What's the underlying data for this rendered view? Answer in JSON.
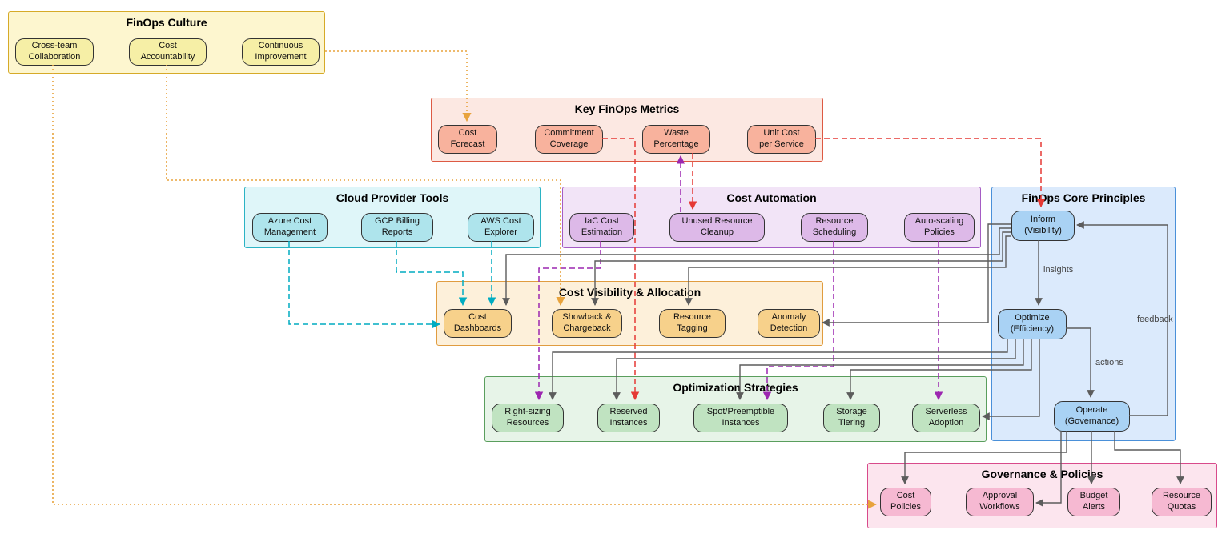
{
  "colors": {
    "canvas_bg": "#ffffff",
    "groups": {
      "culture": {
        "bg": "#fdf6cf",
        "border": "#d6aa28",
        "node": "#f6efa6"
      },
      "metrics": {
        "bg": "#fce8e2",
        "border": "#dd5a43",
        "node": "#f8b29d"
      },
      "cloud": {
        "bg": "#dff6f9",
        "border": "#2bb3c4",
        "node": "#aee4ec"
      },
      "automation": {
        "bg": "#f2e4f7",
        "border": "#a55cc4",
        "node": "#ddb9e8"
      },
      "core": {
        "bg": "#dbeafc",
        "border": "#4a90d9",
        "node": "#a9d2f4"
      },
      "visibility": {
        "bg": "#fdf0da",
        "border": "#e09c3f",
        "node": "#f7d18b"
      },
      "strategies": {
        "bg": "#e7f4e8",
        "border": "#5a9e5d",
        "node": "#c0e3c1"
      },
      "governance": {
        "bg": "#fce5ee",
        "border": "#d84a8b",
        "node": "#f6b9d2"
      }
    },
    "edges": {
      "gray": "#5c5c5c",
      "orange": "#e8a33d",
      "cyan": "#00acc1",
      "red": "#e53935",
      "purple": "#9c27b0"
    }
  },
  "groups": {
    "culture": {
      "title": "FinOps Culture",
      "nodes": [
        {
          "label": "Cross-team\nCollaboration"
        },
        {
          "label": "Cost\nAccountability"
        },
        {
          "label": "Continuous\nImprovement"
        }
      ]
    },
    "metrics": {
      "title": "Key FinOps Metrics",
      "nodes": [
        {
          "label": "Cost\nForecast"
        },
        {
          "label": "Commitment\nCoverage"
        },
        {
          "label": "Waste\nPercentage"
        },
        {
          "label": "Unit Cost\nper Service"
        }
      ]
    },
    "cloud": {
      "title": "Cloud Provider Tools",
      "nodes": [
        {
          "label": "Azure Cost\nManagement"
        },
        {
          "label": "GCP Billing\nReports"
        },
        {
          "label": "AWS Cost\nExplorer"
        }
      ]
    },
    "automation": {
      "title": "Cost Automation",
      "nodes": [
        {
          "label": "IaC Cost\nEstimation"
        },
        {
          "label": "Unused Resource\nCleanup"
        },
        {
          "label": "Resource\nScheduling"
        },
        {
          "label": "Auto-scaling\nPolicies"
        }
      ]
    },
    "core": {
      "title": "FinOps Core Principles",
      "nodes": [
        {
          "label": "Inform\n(Visibility)"
        },
        {
          "label": "Optimize\n(Efficiency)"
        },
        {
          "label": "Operate\n(Governance)"
        }
      ]
    },
    "visibility": {
      "title": "Cost Visibility & Allocation",
      "nodes": [
        {
          "label": "Cost\nDashboards"
        },
        {
          "label": "Showback &\nChargeback"
        },
        {
          "label": "Resource\nTagging"
        },
        {
          "label": "Anomaly\nDetection"
        }
      ]
    },
    "strategies": {
      "title": "Optimization Strategies",
      "nodes": [
        {
          "label": "Right-sizing\nResources"
        },
        {
          "label": "Reserved\nInstances"
        },
        {
          "label": "Spot/Preemptible\nInstances"
        },
        {
          "label": "Storage\nTiering"
        },
        {
          "label": "Serverless\nAdoption"
        }
      ]
    },
    "governance": {
      "title": "Governance & Policies",
      "nodes": [
        {
          "label": "Cost\nPolicies"
        },
        {
          "label": "Approval\nWorkflows"
        },
        {
          "label": "Budget\nAlerts"
        },
        {
          "label": "Resource\nQuotas"
        }
      ]
    }
  },
  "edge_labels": {
    "insights": "insights",
    "actions": "actions",
    "feedback": "feedback"
  },
  "edges": [
    {
      "from": "Continuous Improvement",
      "to": "Cost Forecast",
      "color": "orange",
      "style": "dotted"
    },
    {
      "from": "Cost Accountability",
      "to": "Showback & Chargeback",
      "color": "orange",
      "style": "dotted"
    },
    {
      "from": "Cross-team Collaboration",
      "to": "Cost Policies",
      "color": "orange",
      "style": "dotted"
    },
    {
      "from": "Azure Cost Management",
      "to": "Cost Dashboards",
      "color": "cyan",
      "style": "dashed"
    },
    {
      "from": "GCP Billing Reports",
      "to": "Cost Dashboards",
      "color": "cyan",
      "style": "dashed"
    },
    {
      "from": "AWS Cost Explorer",
      "to": "Cost Dashboards",
      "color": "cyan",
      "style": "dashed"
    },
    {
      "from": "Commitment Coverage",
      "to": "Reserved Instances",
      "color": "red",
      "style": "dashed"
    },
    {
      "from": "Waste Percentage",
      "to": "Unused Resource Cleanup",
      "color": "red",
      "style": "dashed"
    },
    {
      "from": "Unit Cost per Service",
      "to": "Inform (Visibility)",
      "color": "red",
      "style": "dashed"
    },
    {
      "from": "Unused Resource Cleanup",
      "to": "Waste Percentage",
      "color": "purple",
      "style": "dashed"
    },
    {
      "from": "IaC Cost Estimation",
      "to": "Right-sizing Resources",
      "color": "purple",
      "style": "dashed"
    },
    {
      "from": "Resource Scheduling",
      "to": "Spot/Preemptible Instances",
      "color": "purple",
      "style": "dashed"
    },
    {
      "from": "Auto-scaling Policies",
      "to": "Serverless Adoption",
      "color": "purple",
      "style": "dashed"
    },
    {
      "from": "Inform (Visibility)",
      "to": "Optimize (Efficiency)",
      "label": "insights",
      "color": "gray",
      "style": "solid"
    },
    {
      "from": "Optimize (Efficiency)",
      "to": "Operate (Governance)",
      "label": "actions",
      "color": "gray",
      "style": "solid"
    },
    {
      "from": "Operate (Governance)",
      "to": "Inform (Visibility)",
      "label": "feedback",
      "color": "gray",
      "style": "solid"
    },
    {
      "from": "Inform (Visibility)",
      "to": "Cost Dashboards",
      "color": "gray",
      "style": "solid"
    },
    {
      "from": "Inform (Visibility)",
      "to": "Showback & Chargeback",
      "color": "gray",
      "style": "solid"
    },
    {
      "from": "Inform (Visibility)",
      "to": "Resource Tagging",
      "color": "gray",
      "style": "solid"
    },
    {
      "from": "Inform (Visibility)",
      "to": "Anomaly Detection",
      "color": "gray",
      "style": "solid"
    },
    {
      "from": "Optimize (Efficiency)",
      "to": "Right-sizing Resources",
      "color": "gray",
      "style": "solid"
    },
    {
      "from": "Optimize (Efficiency)",
      "to": "Reserved Instances",
      "color": "gray",
      "style": "solid"
    },
    {
      "from": "Optimize (Efficiency)",
      "to": "Spot/Preemptible Instances",
      "color": "gray",
      "style": "solid"
    },
    {
      "from": "Optimize (Efficiency)",
      "to": "Storage Tiering",
      "color": "gray",
      "style": "solid"
    },
    {
      "from": "Optimize (Efficiency)",
      "to": "Serverless Adoption",
      "color": "gray",
      "style": "solid"
    },
    {
      "from": "Operate (Governance)",
      "to": "Cost Policies",
      "color": "gray",
      "style": "solid"
    },
    {
      "from": "Operate (Governance)",
      "to": "Approval Workflows",
      "color": "gray",
      "style": "solid"
    },
    {
      "from": "Operate (Governance)",
      "to": "Budget Alerts",
      "color": "gray",
      "style": "solid"
    },
    {
      "from": "Operate (Governance)",
      "to": "Resource Quotas",
      "color": "gray",
      "style": "solid"
    }
  ]
}
